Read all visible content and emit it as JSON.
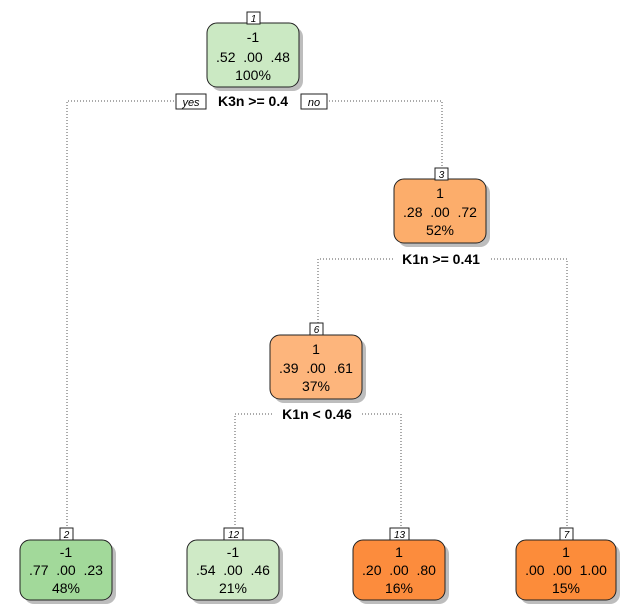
{
  "diagram": {
    "edge_labels": {
      "yes": "yes",
      "no": "no"
    },
    "nodes": [
      {
        "id": "1",
        "class": "-1",
        "probs": ".52  .00  .48",
        "pct": "100%",
        "color": "#cbe9c3"
      },
      {
        "id": "3",
        "class": "1",
        "probs": ".28  .00  .72",
        "pct": "52%",
        "color": "#fcad6b"
      },
      {
        "id": "6",
        "class": "1",
        "probs": ".39  .00  .61",
        "pct": "37%",
        "color": "#fdb57c"
      },
      {
        "id": "2",
        "class": "-1",
        "probs": ".77  .00  .23",
        "pct": "48%",
        "color": "#a2d99a"
      },
      {
        "id": "12",
        "class": "-1",
        "probs": ".54  .00  .46",
        "pct": "21%",
        "color": "#cfeac6"
      },
      {
        "id": "13",
        "class": "1",
        "probs": ".20  .00  .80",
        "pct": "16%",
        "color": "#fc8c3d"
      },
      {
        "id": "7",
        "class": "1",
        "probs": ".00  .00  1.00",
        "pct": "15%",
        "color": "#fc8c3a"
      }
    ],
    "splits": [
      {
        "node": "1",
        "label": "K3n >= 0.4"
      },
      {
        "node": "3",
        "label": "K1n >= 0.41"
      },
      {
        "node": "6",
        "label": "K1n < 0.46"
      }
    ],
    "edges": [
      {
        "from": "1",
        "to": "2"
      },
      {
        "from": "1",
        "to": "3"
      },
      {
        "from": "3",
        "to": "6"
      },
      {
        "from": "3",
        "to": "7"
      },
      {
        "from": "6",
        "to": "12"
      },
      {
        "from": "6",
        "to": "13"
      }
    ]
  }
}
